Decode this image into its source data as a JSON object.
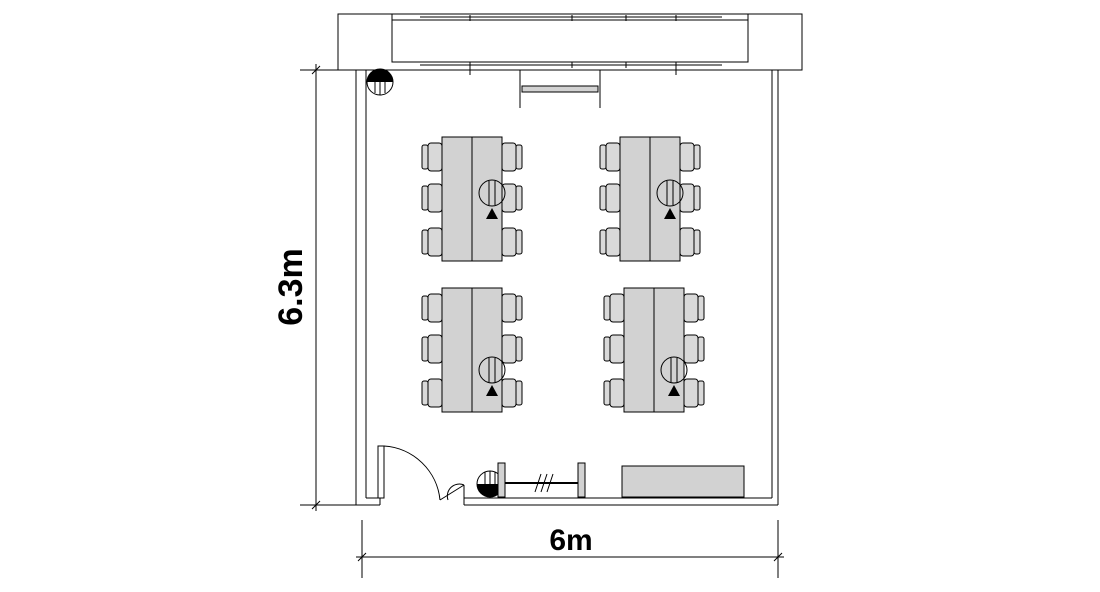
{
  "dimensions": {
    "width_label": "6m",
    "height_label": "6.3m"
  },
  "colors": {
    "wall": "#000000",
    "furniture_fill": "#d2d2d2",
    "chair_fill": "#d9d9d9",
    "background": "#ffffff"
  },
  "tables": {
    "count": 4,
    "chairs_per_table": 6
  }
}
